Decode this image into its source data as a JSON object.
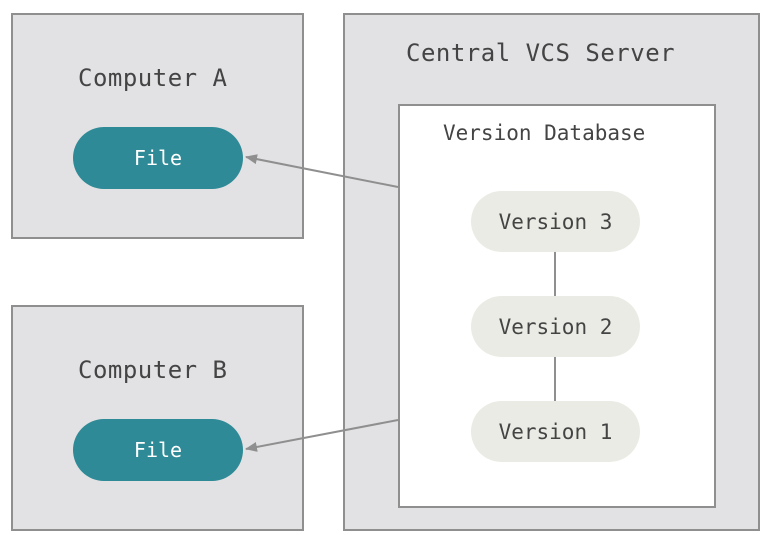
{
  "computer_a": {
    "title": "Computer A",
    "file_label": "File"
  },
  "computer_b": {
    "title": "Computer B",
    "file_label": "File"
  },
  "server": {
    "title": "Central VCS Server",
    "database": {
      "title": "Version Database",
      "versions": [
        "Version 3",
        "Version 2",
        "Version 1"
      ]
    }
  },
  "colors": {
    "file_fill": "#2e8a96",
    "box_fill": "#e2e1e4",
    "version_fill": "#ebebe5",
    "border": "#8f8f8f",
    "text": "#444444"
  }
}
